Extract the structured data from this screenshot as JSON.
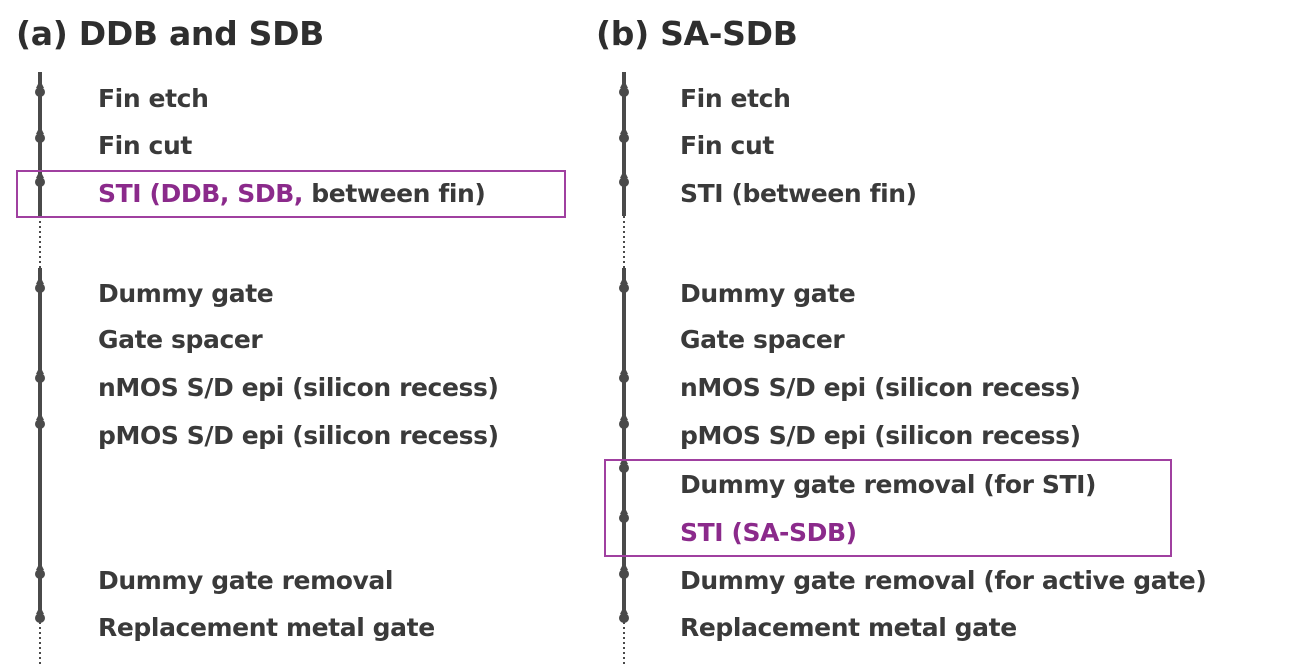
{
  "colors": {
    "text": "#3a3a3a",
    "highlight_text": "#8b2a8b",
    "highlight_box": "#a040a0",
    "timeline": "#4a4a4a"
  },
  "panel_a": {
    "title": "(a) DDB and SDB",
    "steps": {
      "fin_etch": "Fin etch",
      "fin_cut": "Fin cut",
      "sti_highlight": "STI (DDB, SDB,",
      "sti_rest": " between fin)",
      "dummy_gate": "Dummy gate",
      "gate_spacer": "Gate spacer",
      "nmos_epi": "nMOS S/D epi (silicon recess)",
      "pmos_epi": "pMOS S/D epi (silicon recess)",
      "dummy_gate_removal": "Dummy gate removal",
      "replacement_metal_gate": "Replacement metal gate"
    }
  },
  "panel_b": {
    "title": "(b) SA-SDB",
    "steps": {
      "fin_etch": "Fin etch",
      "fin_cut": "Fin cut",
      "sti": "STI (between fin)",
      "dummy_gate": "Dummy gate",
      "gate_spacer": "Gate spacer",
      "nmos_epi": "nMOS S/D epi (silicon recess)",
      "pmos_epi": "pMOS S/D epi (silicon recess)",
      "dummy_gate_removal_sti": "Dummy gate removal (for STI)",
      "sti_sa_sdb": "STI (SA-SDB)",
      "dummy_gate_removal_active": "Dummy gate removal (for active gate)",
      "replacement_metal_gate": "Replacement metal gate"
    }
  }
}
